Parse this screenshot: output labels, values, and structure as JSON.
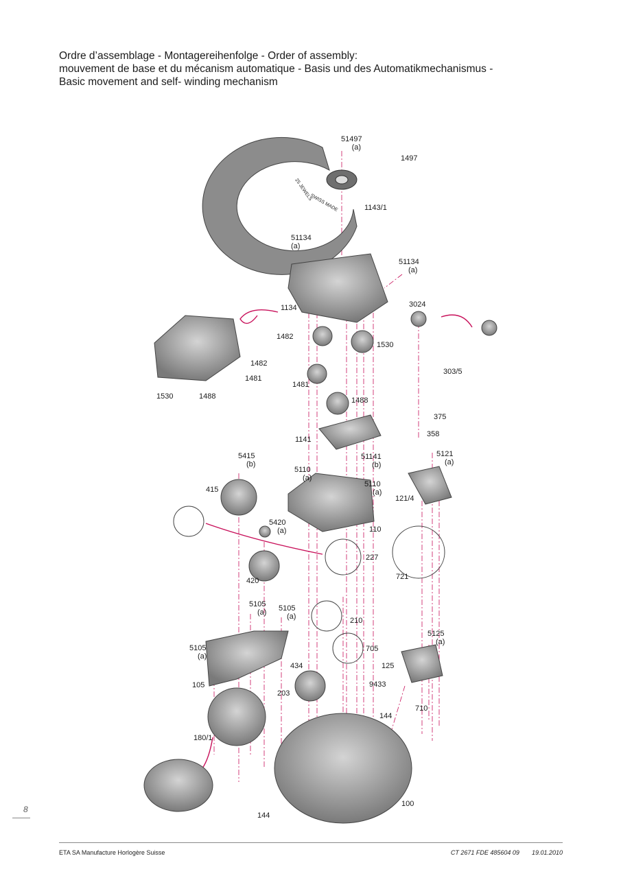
{
  "title": {
    "line1": "Ordre d’assemblage - Montagereihenfolge - Order of assembly:",
    "line2": "mouvement de base et du mécanism automatique - Basis und des Automatikmechanismus -",
    "line3": "Basic movement and self- winding mechanism"
  },
  "rotor_engraving": [
    "25 JEWELS",
    "SWISS MADE"
  ],
  "parts": [
    {
      "id": "p51497",
      "num": "51497",
      "sub": "(a)"
    },
    {
      "id": "p1497",
      "num": "1497"
    },
    {
      "id": "p1143",
      "num": "1143/1"
    },
    {
      "id": "p51134a",
      "num": "51134",
      "sub": "(a)"
    },
    {
      "id": "p51134b",
      "num": "51134",
      "sub": "(a)"
    },
    {
      "id": "p1134",
      "num": "1134"
    },
    {
      "id": "p3024",
      "num": "3024"
    },
    {
      "id": "p1482a",
      "num": "1482"
    },
    {
      "id": "p1530a",
      "num": "1530"
    },
    {
      "id": "p1482b",
      "num": "1482"
    },
    {
      "id": "p1481a",
      "num": "1481"
    },
    {
      "id": "p1530b",
      "num": "1530"
    },
    {
      "id": "p1488a",
      "num": "1488"
    },
    {
      "id": "p3035",
      "num": "303/5"
    },
    {
      "id": "p1481b",
      "num": "1481"
    },
    {
      "id": "p1488b",
      "num": "1488"
    },
    {
      "id": "p375",
      "num": "375"
    },
    {
      "id": "p1141",
      "num": "1141"
    },
    {
      "id": "p358",
      "num": "358"
    },
    {
      "id": "p51141",
      "num": "51141",
      "sub": "(b)"
    },
    {
      "id": "p5121",
      "num": "5121",
      "sub": "(a)"
    },
    {
      "id": "p5415",
      "num": "5415",
      "sub": "(b)"
    },
    {
      "id": "p5110a",
      "num": "5110",
      "sub": "(a)"
    },
    {
      "id": "p5110b",
      "num": "5110",
      "sub": "(a)"
    },
    {
      "id": "p415",
      "num": "415"
    },
    {
      "id": "p1214",
      "num": "121/4"
    },
    {
      "id": "p110",
      "num": "110"
    },
    {
      "id": "p5420",
      "num": "5420",
      "sub": "(a)"
    },
    {
      "id": "p227",
      "num": "227"
    },
    {
      "id": "p721",
      "num": "721"
    },
    {
      "id": "p420",
      "num": "420"
    },
    {
      "id": "p5105a",
      "num": "5105",
      "sub": "(a)"
    },
    {
      "id": "p5105b",
      "num": "5105",
      "sub": "(a)"
    },
    {
      "id": "p210",
      "num": "210"
    },
    {
      "id": "p5105c",
      "num": "5105",
      "sub": "(a)"
    },
    {
      "id": "p705",
      "num": "705"
    },
    {
      "id": "p5125",
      "num": "5125",
      "sub": "(a)"
    },
    {
      "id": "p434",
      "num": "434"
    },
    {
      "id": "p125",
      "num": "125"
    },
    {
      "id": "p105",
      "num": "105"
    },
    {
      "id": "p203",
      "num": "203"
    },
    {
      "id": "p9433",
      "num": "9433"
    },
    {
      "id": "p710",
      "num": "710"
    },
    {
      "id": "p144a",
      "num": "144"
    },
    {
      "id": "p1801",
      "num": "180/1"
    },
    {
      "id": "p100",
      "num": "100"
    },
    {
      "id": "p144b",
      "num": "144"
    }
  ],
  "page_number": "8",
  "footer": {
    "company": "ETA SA Manufacture Horlogère Suisse",
    "doc_ref": "CT 2671 FDE 485604 09",
    "date": "19.01.2010"
  },
  "colors": {
    "accent": "#c8105a",
    "part_gray": "#8a8a8a",
    "part_light": "#c9c9c9"
  }
}
